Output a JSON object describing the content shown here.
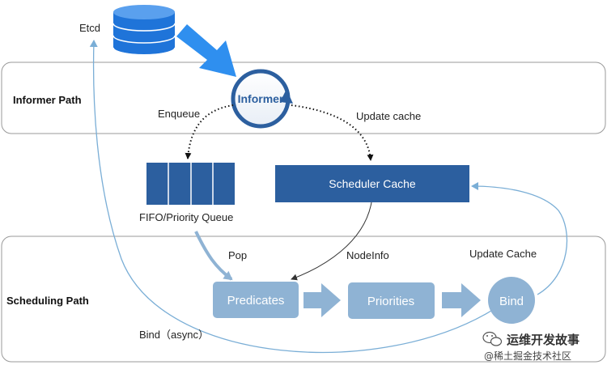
{
  "labels": {
    "etcd": "Etcd",
    "informer_path": "Informer Path",
    "scheduling_path": "Scheduling Path",
    "informer": "Informer",
    "enqueue": "Enqueue",
    "update_cache_top": "Update cache",
    "scheduler_cache": "Scheduler Cache",
    "fifo_queue": "FIFO/Priority  Queue",
    "pop": "Pop",
    "nodeinfo": "NodeInfo",
    "update_cache_bottom": "Update Cache",
    "predicates": "Predicates",
    "priorities": "Priorities",
    "bind": "Bind",
    "bind_async": "Bind（async）"
  },
  "watermark": {
    "line1": "运维开发故事",
    "line2": "@稀土掘金技术社区"
  },
  "colors": {
    "etcd_blue": "#1f74d9",
    "arrow_blue": "#2f8fef",
    "dark_box": "#2c5f9f",
    "light_box": "#8fb3d4",
    "link_line": "#7aaed6",
    "panel_border": "#999999"
  }
}
